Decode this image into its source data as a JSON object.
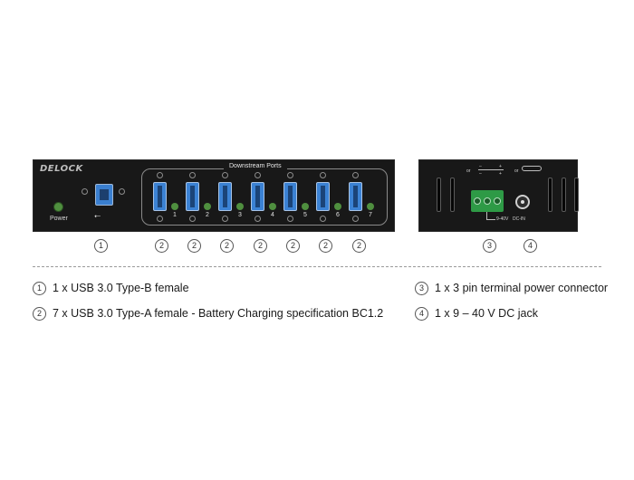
{
  "brand": {
    "logo": "DELOCK"
  },
  "front_panel": {
    "power_label": "Power",
    "usb_symbol": "⭠",
    "downstream_title": "Downstream Ports",
    "port_numbers": [
      "1",
      "2",
      "3",
      "4",
      "5",
      "6",
      "7"
    ]
  },
  "rear_panel": {
    "terminal_label_left": "or",
    "terminal_minus": "–",
    "terminal_plus": "+",
    "power_range_label": "9-40V",
    "dc_in_label": "DC-IN",
    "jack_label_left": "or"
  },
  "callouts": {
    "front": [
      "1",
      "2",
      "2",
      "2",
      "2",
      "2",
      "2",
      "2"
    ],
    "rear": [
      "3",
      "4"
    ]
  },
  "legend": [
    {
      "num": "1",
      "text": "1 x USB 3.0 Type-B female"
    },
    {
      "num": "2",
      "text": "7 x USB 3.0 Type-A female - Battery Charging specification BC1.2"
    },
    {
      "num": "3",
      "text": "1 x 3 pin terminal power connector"
    },
    {
      "num": "4",
      "text": "1 x 9 – 40 V DC jack"
    }
  ],
  "colors": {
    "panel": "#181818",
    "usb_blue": "#3b82d4",
    "led_green": "#4f8f3f",
    "terminal_green": "#2e9a46"
  }
}
